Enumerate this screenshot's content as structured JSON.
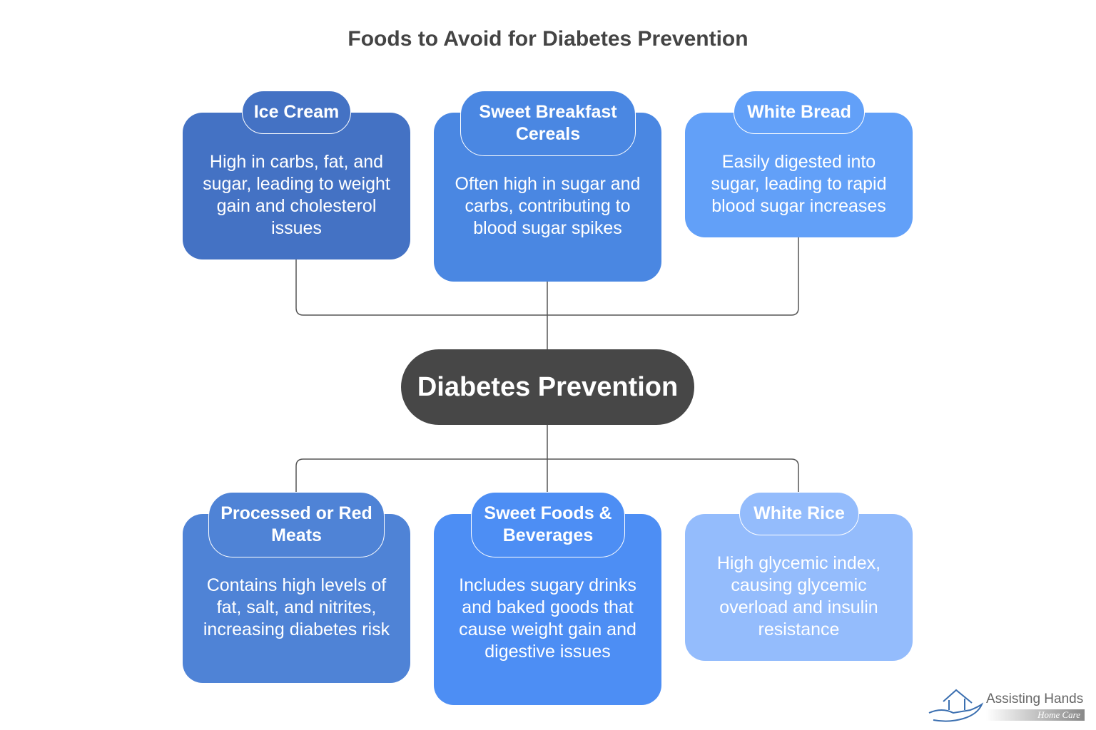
{
  "title": "Foods to Avoid for Diabetes Prevention",
  "center": "Diabetes Prevention",
  "items": [
    {
      "title": "Ice Cream",
      "desc": "High in carbs, fat, and sugar, leading to weight gain and cholesterol issues",
      "color": "#4472c4"
    },
    {
      "title": "Sweet Breakfast Cereals",
      "desc": "Often high in sugar and carbs, contributing to blood sugar spikes",
      "color": "#4a87e2"
    },
    {
      "title": "White Bread",
      "desc": "Easily digested into sugar, leading to rapid blood sugar increases",
      "color": "#62a0f8"
    },
    {
      "title": "Processed or Red Meats",
      "desc": "Contains high levels of fat, salt, and nitrites, increasing diabetes risk",
      "color": "#4f83d6"
    },
    {
      "title": "Sweet Foods & Beverages",
      "desc": "Includes sugary drinks and baked goods that cause weight gain and digestive issues",
      "color": "#4d8ef4"
    },
    {
      "title": "White Rice",
      "desc": "High glycemic index, causing glycemic overload and insulin resistance",
      "color": "#94bcfc"
    }
  ],
  "logo": {
    "name": "Assisting Hands",
    "sub": "Home Care"
  }
}
